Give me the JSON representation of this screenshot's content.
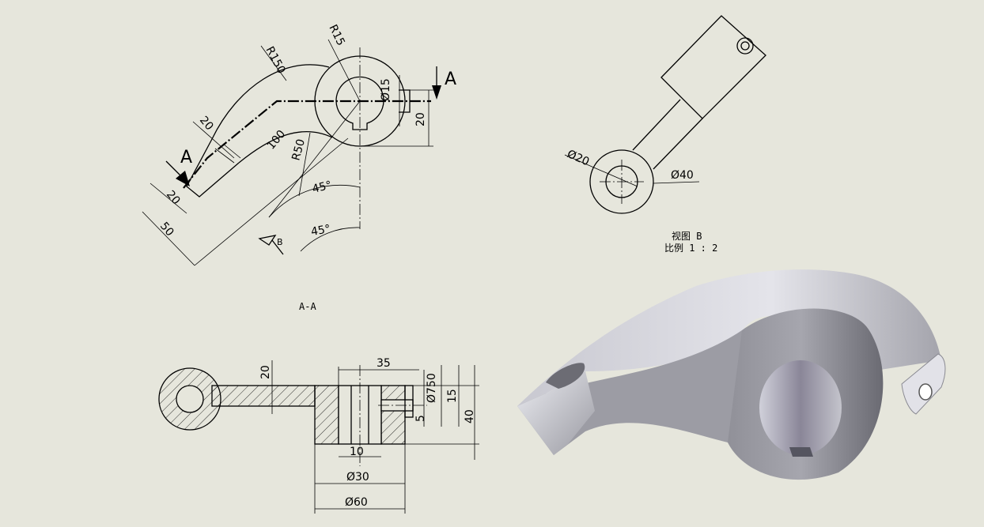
{
  "top_view": {
    "dims": {
      "r150": "R150",
      "r15": "R15",
      "d15": "Ø15",
      "d20_right": "20",
      "d20_arm": "20",
      "d100": "100",
      "r50": "R50",
      "a45_upper": "45°",
      "a45_lower": "45°",
      "d20_end": "20",
      "d50": "50"
    },
    "section_letter_right": "A",
    "section_letter_left": "A",
    "view_arrow_label": "B"
  },
  "view_b": {
    "dims": {
      "d20": "Ø20",
      "d40": "Ø40"
    },
    "title": "视图 B",
    "scale": "比例 1 : 2"
  },
  "section_view": {
    "title": "A-A",
    "dims": {
      "t20": "20",
      "d35": "35",
      "d750": "Ø750",
      "d15": "15",
      "d40": "40",
      "d5": "5",
      "d10": "10",
      "d30": "Ø30",
      "d60": "Ø60"
    }
  },
  "colors": {
    "background": "#e6e6dc",
    "line": "#000000",
    "model_light": "#d8d8e0",
    "model_mid": "#a8a8b0",
    "model_dark": "#7c7c84"
  }
}
